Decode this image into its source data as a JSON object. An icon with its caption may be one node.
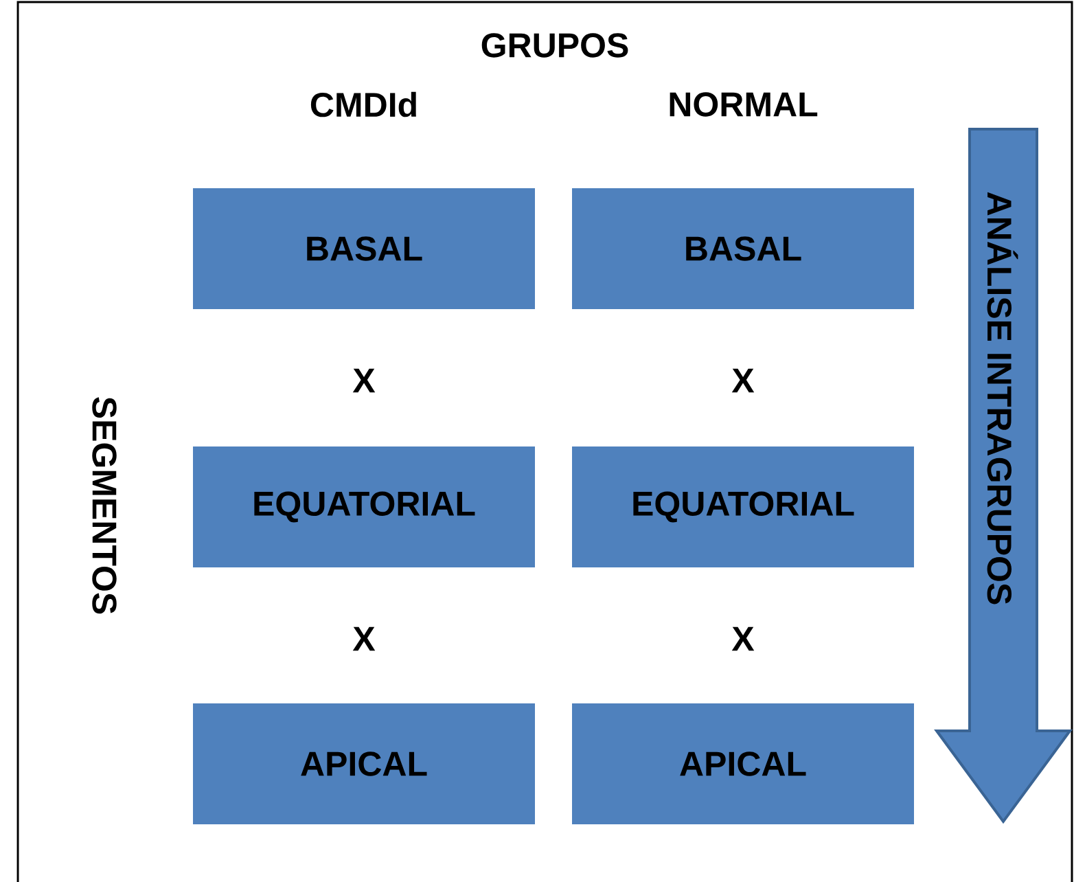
{
  "diagram": {
    "title": "GRUPOS",
    "nodes": [
      {
        "text": [
          "BASAL"
        ]
      },
      {
        "text": [
          "BASAL"
        ]
      },
      {
        "text": [
          "EQUATORIAL"
        ]
      },
      {
        "text": [
          "EQUATORIAL"
        ]
      },
      {
        "text": [
          "APICAL"
        ]
      },
      {
        "text": [
          "APICAL"
        ]
      },
      {
        "text": [
          "ANÁLISE INTRAGRUPOS"
        ]
      }
    ],
    "edges": [],
    "labels": [
      "CMDId",
      "NORMAL",
      "X",
      "X",
      "SEGMENTOS",
      "X",
      "X"
    ]
  }
}
